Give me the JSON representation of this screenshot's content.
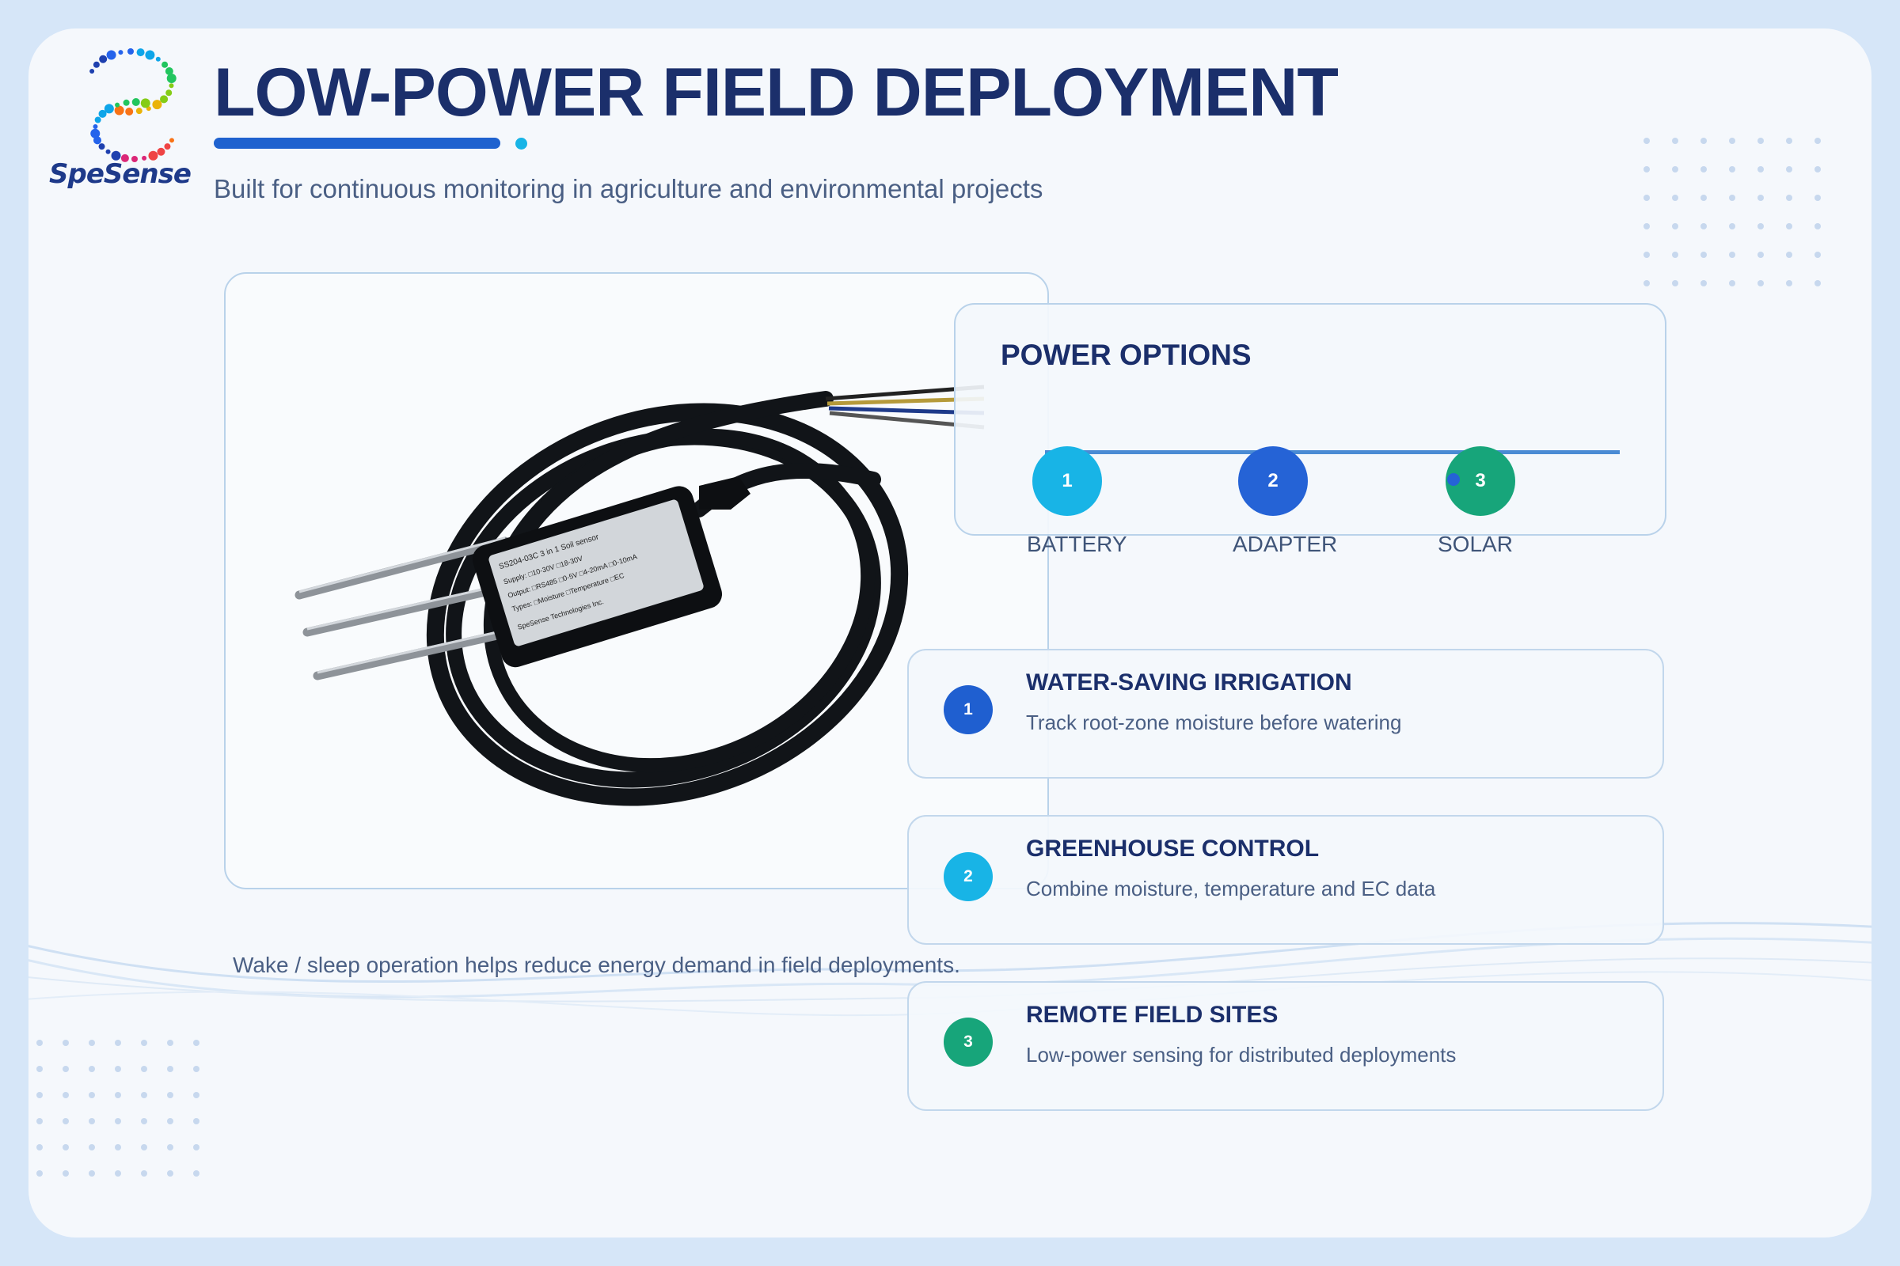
{
  "brand": {
    "name": "SpeSense"
  },
  "header": {
    "title": "LOW-POWER FIELD DEPLOYMENT",
    "subtitle": "Built for continuous monitoring in agriculture and environmental projects"
  },
  "product": {
    "label_model": "SS204-03C 3 in 1  Soil sensor",
    "label_supply": "Supply:  □10-30V   □18-30V",
    "label_output": "Output: □RS485 □0-5V □4-20mA □0-10mA",
    "label_types": "Types:  □Moisture  □Temperature  □EC",
    "label_maker": "SpeSense Technologies Inc."
  },
  "caption": "Wake / sleep operation helps reduce energy demand in field deployments.",
  "power": {
    "title": "POWER OPTIONS",
    "steps": [
      {
        "num": "1",
        "label": "BATTERY",
        "color": "#18b4e6"
      },
      {
        "num": "2",
        "label": "ADAPTER",
        "color": "#2563d6"
      },
      {
        "num": "3",
        "label": "SOLAR",
        "color": "#17a57a"
      }
    ]
  },
  "applications": [
    {
      "num": "1",
      "title": "WATER-SAVING IRRIGATION",
      "desc": "Track root-zone moisture before watering",
      "color": "#1f5fd0"
    },
    {
      "num": "2",
      "title": "GREENHOUSE CONTROL",
      "desc": "Combine moisture, temperature and EC data",
      "color": "#18b4e6"
    },
    {
      "num": "3",
      "title": "REMOTE FIELD SITES",
      "desc": "Low-power sensing for distributed deployments",
      "color": "#17a57a"
    }
  ],
  "colors": {
    "accent": "#1f62cf",
    "title": "#1b2f6b",
    "text": "#4a5f84",
    "background": "#d6e6f8"
  }
}
